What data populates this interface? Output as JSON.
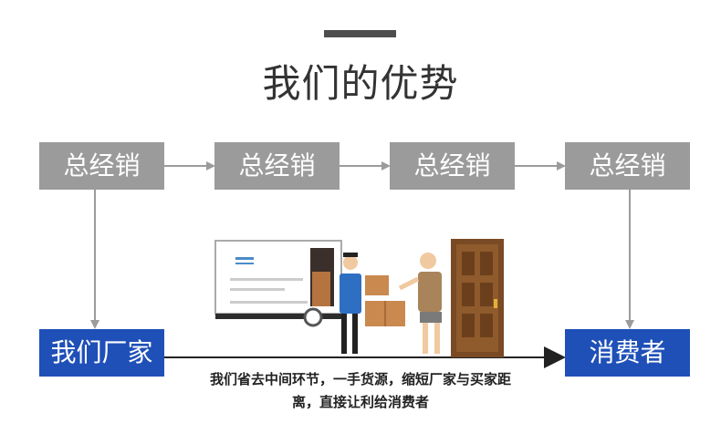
{
  "title": "我们的优势",
  "distributors": [
    "总经销",
    "总经销",
    "总经销",
    "总经销"
  ],
  "factory_label": "我们厂家",
  "consumer_label": "消费者",
  "caption_line1": "我们省去中间环节，一手货源，缩短厂家与买家距",
  "caption_line2": "离，直接让利给消费者",
  "colors": {
    "distributor_box": "#9b9b9b",
    "endpoint_box": "#1f50b8",
    "connector": "#9b9b9b",
    "title": "#333333"
  }
}
